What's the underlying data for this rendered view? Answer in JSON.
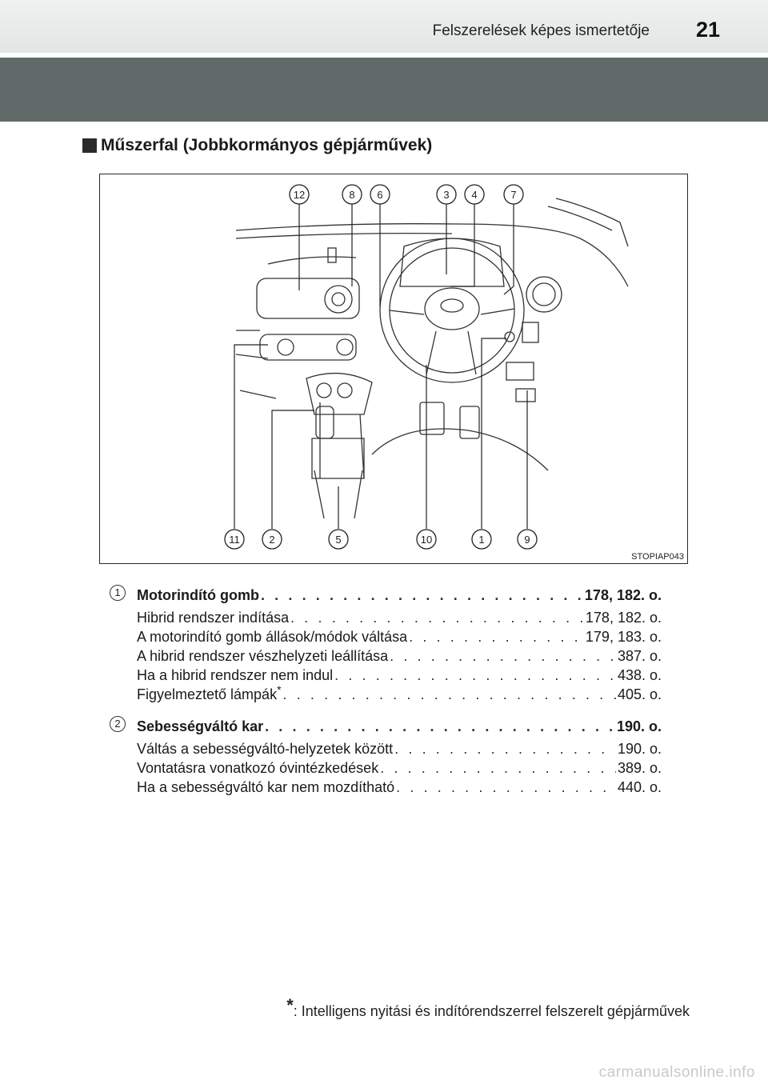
{
  "header": {
    "title": "Felszerelések képes ismertetője",
    "page_number": "21"
  },
  "section": {
    "heading": "Műszerfal (Jobbkormányos gépjárművek)"
  },
  "figure": {
    "code": "STOPIAP043",
    "top_callouts": [
      "12",
      "8",
      "6",
      "3",
      "4",
      "7"
    ],
    "bottom_callouts": [
      "11",
      "2",
      "5",
      "10",
      "1",
      "9"
    ]
  },
  "entries": [
    {
      "number": "1",
      "title": "Motorindító gomb",
      "pages": "178, 182. o.",
      "items": [
        {
          "text": "Hibrid rendszer indítása",
          "pages": "178, 182. o."
        },
        {
          "text": "A motorindító gomb állások/módok váltása",
          "pages": "179, 183. o."
        },
        {
          "text": "A hibrid rendszer vészhelyzeti leállítása",
          "pages": "387. o."
        },
        {
          "text": "Ha a hibrid rendszer nem indul",
          "pages": "438. o."
        },
        {
          "text": "Figyelmeztető lámpák",
          "sup": "*",
          "pages": "405. o."
        }
      ]
    },
    {
      "number": "2",
      "title": "Sebességváltó kar",
      "pages": "190. o.",
      "items": [
        {
          "text": "Váltás a sebességváltó-helyzetek között",
          "pages": "190. o."
        },
        {
          "text": "Vontatásra vonatkozó óvintézkedések",
          "pages": "389. o."
        },
        {
          "text": "Ha a sebességváltó kar nem mozdítható",
          "pages": "440. o."
        }
      ]
    }
  ],
  "footnote": {
    "marker": "*",
    "text": ": Intelligens nyitási és indítórendszerrel felszerelt gépjárművek"
  },
  "watermark": "carmanualsonline.info",
  "dots": ". . . . . . . . . . . . . . . . . . . . . . . . . . . . . . . . . . . . . . . . . . . . . . . . . . . . . . . . . . . . . . . . . . . . . . . . . ."
}
